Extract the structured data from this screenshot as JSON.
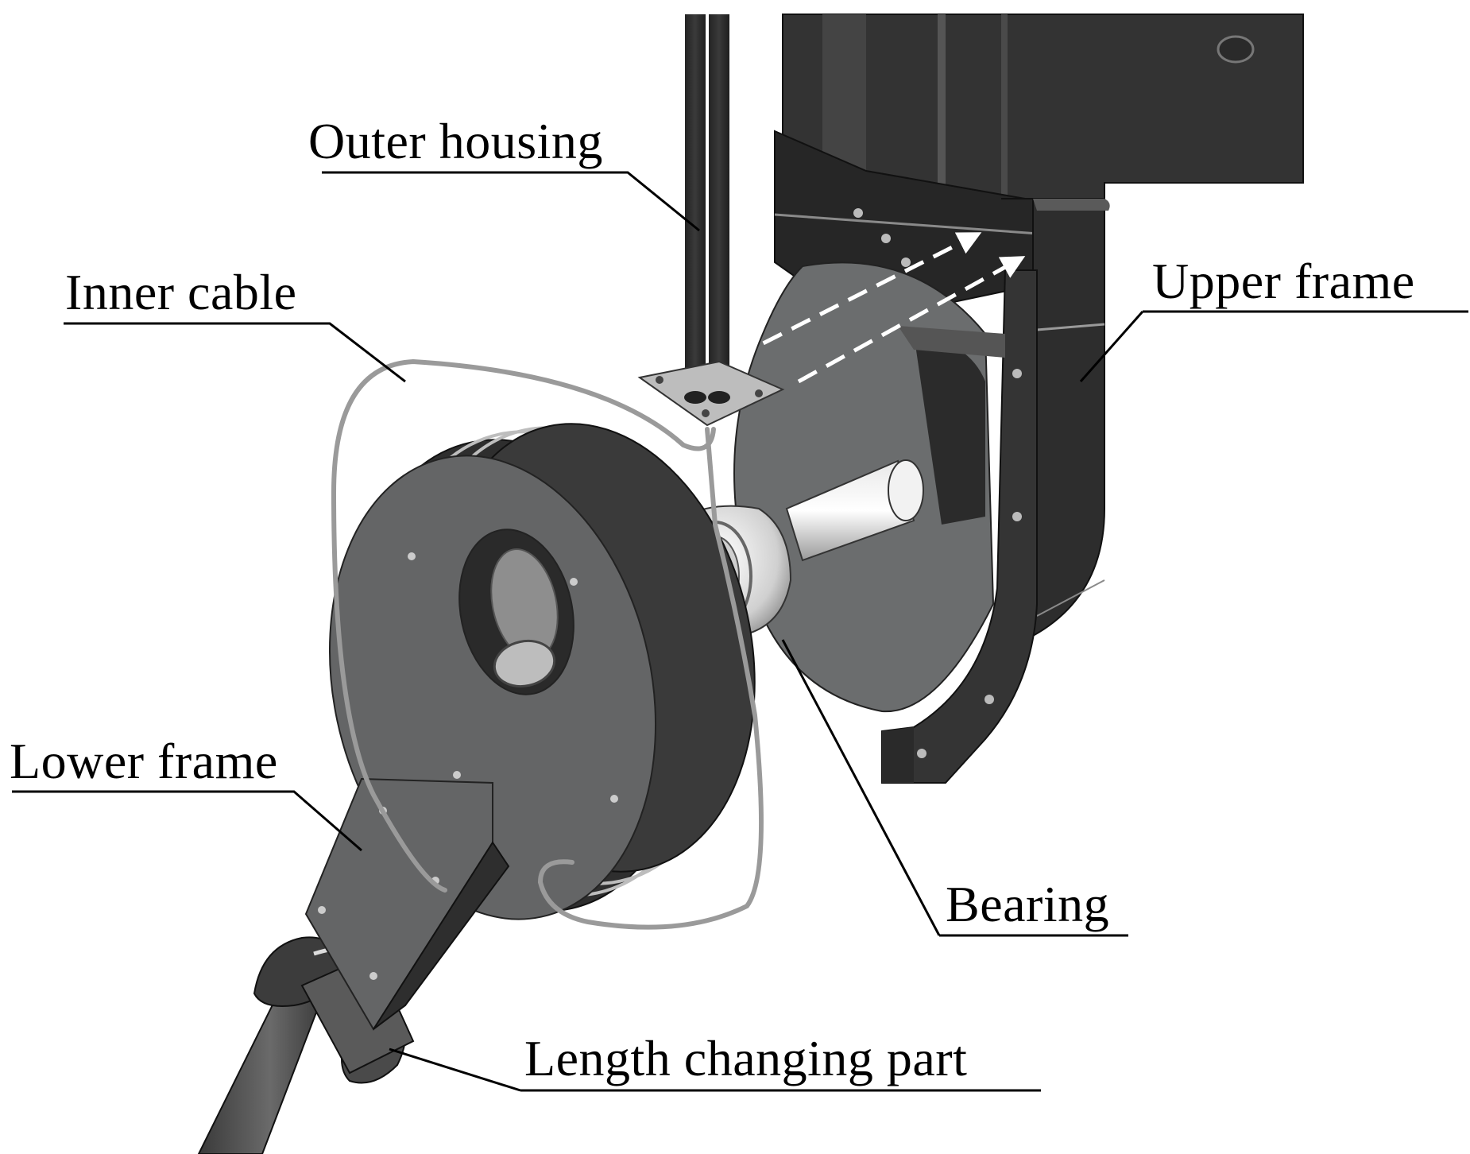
{
  "labels": {
    "outer_housing": "Outer housing",
    "inner_cable": "Inner cable",
    "upper_frame": "Upper frame",
    "lower_frame": "Lower frame",
    "bearing": "Bearing",
    "length_changing_part": "Length changing part"
  },
  "colors": {
    "background": "#ffffff",
    "dark_part": "#2e2e2e",
    "mid_part": "#5c5c5c",
    "light_part": "#bdbdbd",
    "cable": "#9a9a9a",
    "leader_line": "#000000",
    "arrow": "#ffffff"
  }
}
